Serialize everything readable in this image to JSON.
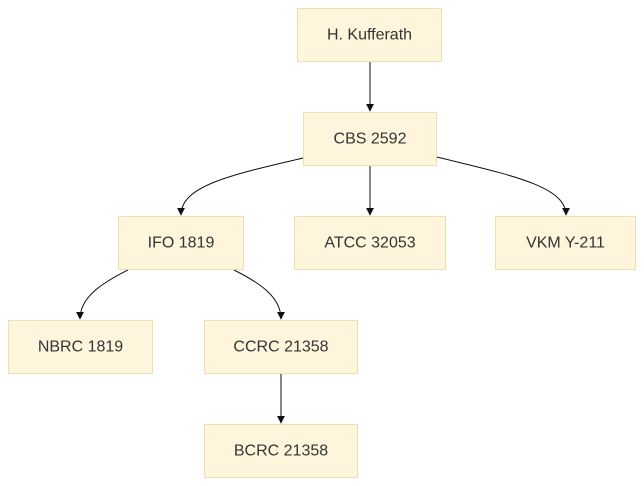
{
  "nodes": [
    {
      "id": "kufferath",
      "label": "H. Kufferath"
    },
    {
      "id": "cbs2592",
      "label": "CBS 2592"
    },
    {
      "id": "ifo1819",
      "label": "IFO 1819"
    },
    {
      "id": "atcc32053",
      "label": "ATCC 32053"
    },
    {
      "id": "vkmy211",
      "label": "VKM Y-211"
    },
    {
      "id": "nbrc1819",
      "label": "NBRC 1819"
    },
    {
      "id": "ccrc21358",
      "label": "CCRC 21358"
    },
    {
      "id": "bcrc21358",
      "label": "BCRC 21358"
    }
  ],
  "edges": [
    {
      "from": "kufferath",
      "to": "cbs2592"
    },
    {
      "from": "cbs2592",
      "to": "ifo1819"
    },
    {
      "from": "cbs2592",
      "to": "atcc32053"
    },
    {
      "from": "cbs2592",
      "to": "vkmy211"
    },
    {
      "from": "ifo1819",
      "to": "nbrc1819"
    },
    {
      "from": "ifo1819",
      "to": "ccrc21358"
    },
    {
      "from": "ccrc21358",
      "to": "bcrc21358"
    }
  ]
}
